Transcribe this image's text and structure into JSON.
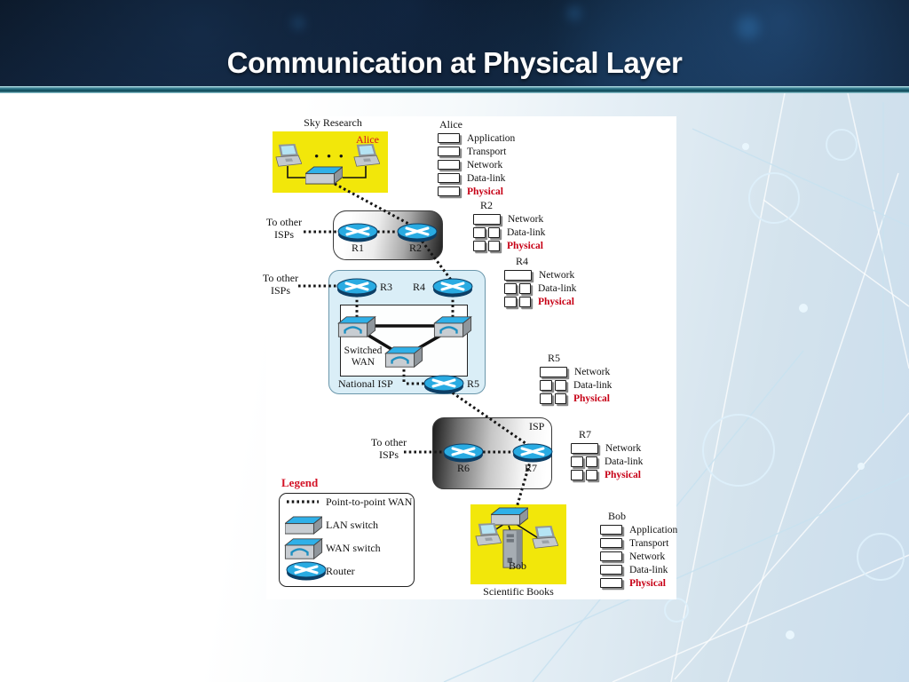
{
  "header": {
    "title": "Communication at Physical Layer"
  },
  "colors": {
    "accent_red": "#d31125",
    "router_cyan": "#29abe2",
    "lan_yellow": "#f2e70a",
    "national_isp_bg": "#daeef7",
    "header_navy": "#0e1d31",
    "band_teal": "#1d6578"
  },
  "labels": {
    "sky_research": "Sky Research",
    "alice": "Alice",
    "bob": "Bob",
    "scientific_books": "Scientific Books",
    "national_isp": "National ISP",
    "switched_wan_line1": "Switched",
    "switched_wan_line2": "WAN",
    "isp": "ISP",
    "to_other": "To other",
    "isps": "ISPs",
    "dots": "• • •",
    "r1": "R1",
    "r2": "R2",
    "r3": "R3",
    "r4": "R4",
    "r5": "R5",
    "r6": "R6",
    "r7": "R7"
  },
  "legend": {
    "title": "Legend",
    "items": [
      "Point-to-point WAN",
      "LAN switch",
      "WAN switch",
      "Router"
    ]
  },
  "stacks": {
    "alice": {
      "title": "Alice",
      "rows": [
        "Application",
        "Transport",
        "Network",
        "Data-link",
        "Physical"
      ]
    },
    "bob": {
      "title": "Bob",
      "rows": [
        "Application",
        "Transport",
        "Network",
        "Data-link",
        "Physical"
      ]
    },
    "r2": {
      "title": "R2",
      "rows": [
        "Network",
        "Data-link",
        "Physical"
      ]
    },
    "r4": {
      "title": "R4",
      "rows": [
        "Network",
        "Data-link",
        "Physical"
      ]
    },
    "r5": {
      "title": "R5",
      "rows": [
        "Network",
        "Data-link",
        "Physical"
      ]
    },
    "r7": {
      "title": "R7",
      "rows": [
        "Network",
        "Data-link",
        "Physical"
      ]
    }
  }
}
